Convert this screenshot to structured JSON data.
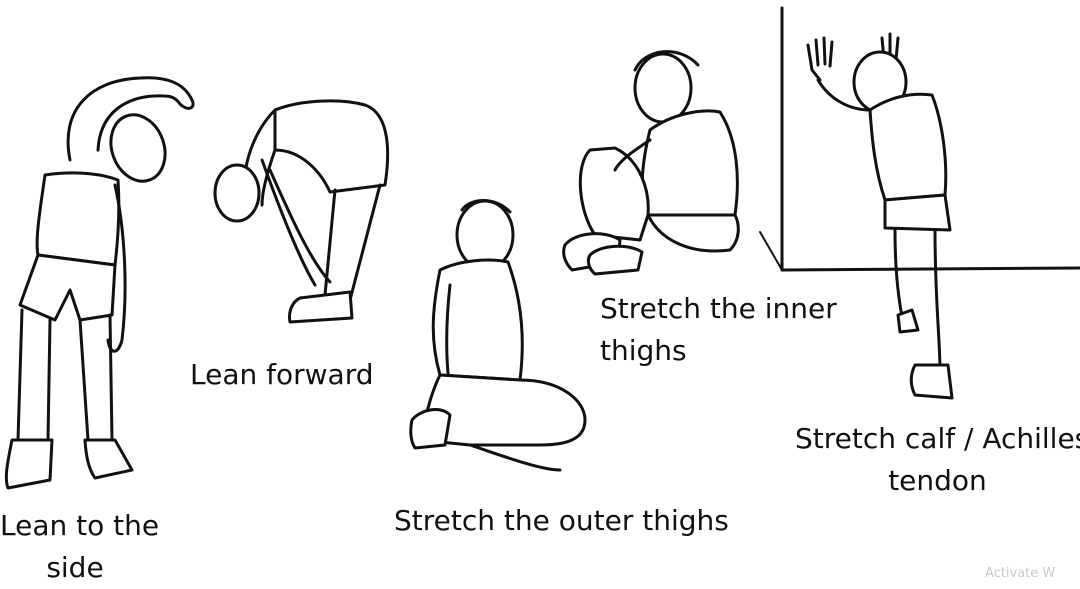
{
  "labels": {
    "lean_side": [
      "Lean to the",
      "side"
    ],
    "lean_forward": "Lean forward",
    "outer_thighs": "Stretch the outer thighs",
    "inner_thighs": [
      "Stretch the inner",
      "thighs"
    ],
    "calf": [
      "Stretch calf / Achilles",
      "tendon"
    ]
  },
  "watermark": "Activate W"
}
